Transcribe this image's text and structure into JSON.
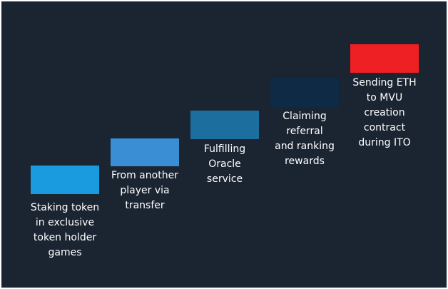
{
  "steps": [
    {
      "label": "Staking token\nin exclusive\ntoken holder\ngames",
      "color": "#1a9be0"
    },
    {
      "label": "From another\nplayer via\ntransfer",
      "color": "#3a8fd4"
    },
    {
      "label": "Fulfilling\nOracle\nservice",
      "color": "#1b6e9e"
    },
    {
      "label": "Claiming\nreferral\nand ranking\nrewards",
      "color": "#0f2a45"
    },
    {
      "label": "Sending ETH\nto MVU\ncreation\ncontract\nduring ITO",
      "color": "#ee2024"
    }
  ]
}
